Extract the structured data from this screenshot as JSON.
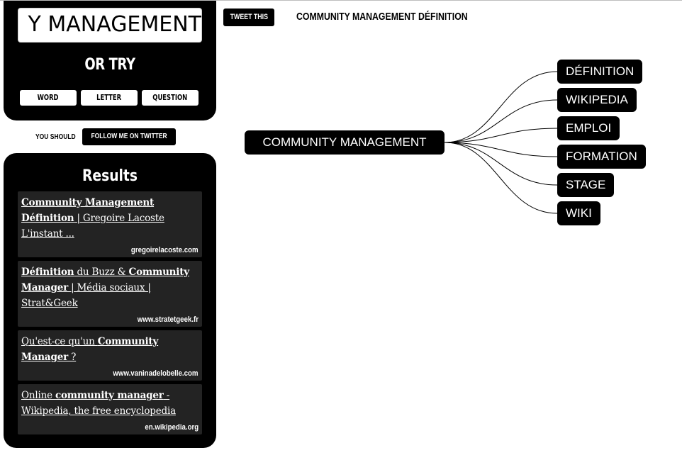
{
  "search": {
    "query_visible": "Y MANAGEMENT"
  },
  "or_try_label": "OR TRY",
  "try_buttons": [
    "WORD",
    "LETTER",
    "QUESTION"
  ],
  "follow": {
    "label": "YOU SHOULD",
    "button": "FOLLOW ME ON TWITTER"
  },
  "results": {
    "title": "Results",
    "items": [
      {
        "bold1": "Community Management Définition",
        "rest": " | Gregoire Lacoste L'instant ...",
        "url": "gregoirelacoste.com"
      },
      {
        "bold1": "Définition",
        "mid": " du Buzz & ",
        "bold2": "Community Manager",
        "rest": " | Média sociaux | Strat&Geek",
        "url": "www.stratetgeek.fr"
      },
      {
        "pre": "Qu'est-ce qu'un ",
        "bold1": "Community Manager",
        "rest": " ?",
        "url": "www.vaninadelobelle.com"
      },
      {
        "pre": "Online ",
        "bold1": "community manager",
        "rest": " - Wikipedia, the free encyclopedia",
        "url": "en.wikipedia.org"
      }
    ]
  },
  "tweet_button": "TWEET THIS",
  "page_heading": "COMMUNITY MANAGEMENT DÉFINITION",
  "mindmap": {
    "root": "COMMUNITY MANAGEMENT",
    "children": [
      "DÉFINITION",
      "WIKIPEDIA",
      "EMPLOI",
      "FORMATION",
      "STAGE",
      "WIKI"
    ]
  }
}
